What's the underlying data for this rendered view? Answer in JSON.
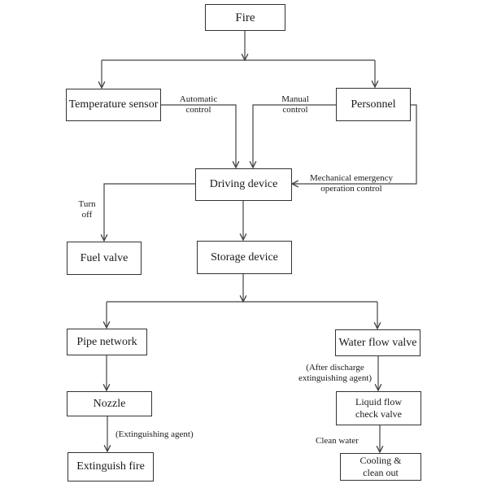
{
  "diagram": {
    "nodes": {
      "fire": "Fire",
      "temperature_sensor": "Temperature sensor",
      "personnel": "Personnel",
      "driving_device": "Driving device",
      "fuel_valve": "Fuel valve",
      "storage_device": "Storage device",
      "pipe_network": "Pipe network",
      "water_flow_valve": "Water flow valve",
      "nozzle": "Nozzle",
      "extinguish_fire": "Extinguish fire",
      "liquid_flow_check_valve": "Liquid flow check valve",
      "cooling_clean_out": "Cooling & clean out"
    },
    "edge_labels": {
      "automatic_control": [
        "Automatic",
        "control"
      ],
      "manual_control": [
        "Manual",
        "control"
      ],
      "mechanical_emergency": [
        "Mechanical emergency",
        "operation control"
      ],
      "turn_off": [
        "Turn",
        "off"
      ],
      "after_discharge": [
        "(After discharge",
        "extinguishing agent)"
      ],
      "extinguishing_agent": "(Extinguishing agent)",
      "clean_water": "Clean water"
    },
    "edges": [
      {
        "from": "Fire",
        "to": "Temperature sensor"
      },
      {
        "from": "Fire",
        "to": "Personnel"
      },
      {
        "from": "Temperature sensor",
        "to": "Driving device",
        "label": "Automatic control"
      },
      {
        "from": "Personnel",
        "to": "Driving device",
        "label": "Manual control"
      },
      {
        "from": "Personnel",
        "to": "Driving device",
        "label": "Mechanical emergency operation control"
      },
      {
        "from": "Driving device",
        "to": "Fuel valve",
        "label": "Turn off"
      },
      {
        "from": "Driving device",
        "to": "Storage device"
      },
      {
        "from": "Storage device",
        "to": "Pipe network"
      },
      {
        "from": "Storage device",
        "to": "Water flow valve"
      },
      {
        "from": "Pipe network",
        "to": "Nozzle"
      },
      {
        "from": "Nozzle",
        "to": "Extinguish fire",
        "label": "(Extinguishing agent)"
      },
      {
        "from": "Water flow valve",
        "to": "Liquid flow check valve",
        "label": "(After discharge extinguishing agent)"
      },
      {
        "from": "Liquid flow check valve",
        "to": "Cooling & clean out",
        "label": "Clean water"
      }
    ]
  }
}
